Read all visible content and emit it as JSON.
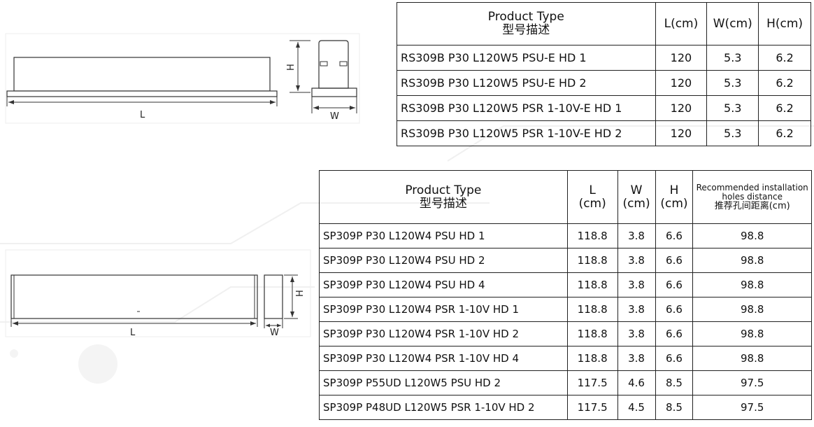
{
  "table1": {
    "headers": {
      "product_type_en": "Product Type",
      "product_type_cn": "型号描述",
      "l": "L(cm)",
      "w": "W(cm)",
      "h": "H(cm)"
    },
    "rows": [
      {
        "name": "RS309B P30 L120W5 PSU-E HD 1",
        "l": "120",
        "w": "5.3",
        "h": "6.2"
      },
      {
        "name": "RS309B P30 L120W5 PSU-E HD 2",
        "l": "120",
        "w": "5.3",
        "h": "6.2"
      },
      {
        "name": "RS309B P30 L120W5 PSR 1-10V-E HD 1",
        "l": "120",
        "w": "5.3",
        "h": "6.2"
      },
      {
        "name": "RS309B P30 L120W5 PSR 1-10V-E HD 2",
        "l": "120",
        "w": "5.3",
        "h": "6.2"
      }
    ]
  },
  "table2": {
    "headers": {
      "product_type_en": "Product Type",
      "product_type_cn": "型号描述",
      "l": "L",
      "w": "W",
      "h": "H",
      "unit": "(cm)",
      "holes_en": "Recommended installation holes distance",
      "holes_cn": "推荐孔间距离(cm)"
    },
    "rows": [
      {
        "name": "SP309P P30 L120W4 PSU HD 1",
        "l": "118.8",
        "w": "3.8",
        "h": "6.6",
        "holes": "98.8"
      },
      {
        "name": "SP309P P30 L120W4 PSU HD 2",
        "l": "118.8",
        "w": "3.8",
        "h": "6.6",
        "holes": "98.8"
      },
      {
        "name": "SP309P P30 L120W4 PSU HD 4",
        "l": "118.8",
        "w": "3.8",
        "h": "6.6",
        "holes": "98.8"
      },
      {
        "name": "SP309P P30 L120W4 PSR 1-10V HD 1",
        "l": "118.8",
        "w": "3.8",
        "h": "6.6",
        "holes": "98.8"
      },
      {
        "name": "SP309P P30 L120W4 PSR 1-10V HD 2",
        "l": "118.8",
        "w": "3.8",
        "h": "6.6",
        "holes": "98.8"
      },
      {
        "name": "SP309P P30 L120W4 PSR 1-10V HD 4",
        "l": "118.8",
        "w": "3.8",
        "h": "6.6",
        "holes": "98.8"
      },
      {
        "name": "SP309P P55UD L120W5 PSU HD 2",
        "l": "117.5",
        "w": "4.6",
        "h": "8.5",
        "holes": "97.5"
      },
      {
        "name": "SP309P P48UD L120W5 PSR 1-10V HD 2",
        "l": "117.5",
        "w": "4.5",
        "h": "8.5",
        "holes": "97.5"
      }
    ]
  },
  "drawing1": {
    "label_l": "L",
    "label_h": "H",
    "label_w": "W"
  },
  "drawing2": {
    "label_l": "L",
    "label_h": "H",
    "label_w": "W"
  }
}
